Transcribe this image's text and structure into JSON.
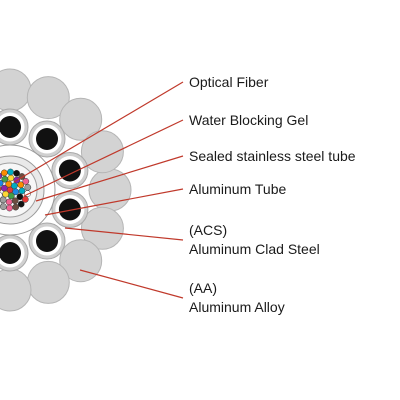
{
  "labels": {
    "optical_fiber": "Optical Fiber",
    "water_blocking_gel": "Water Blocking Gel",
    "sealed_tube": "Sealed stainless steel tube",
    "aluminum_tube": "Aluminum Tube",
    "acs_abbr": "(ACS)",
    "acs_name": "Aluminum Clad Steel",
    "aa_abbr": "(AA)",
    "aa_name": "Aluminum Alloy"
  },
  "colors": {
    "leader_line": "#c0392b",
    "alloy_strand": "#d3d3d3",
    "clad_ring": "#d0d0d0",
    "steel_core": "#111111",
    "tube": "#e9e9e9",
    "gel": "#f7f7f7",
    "fiber_colors": [
      "#e53935",
      "#1e88e5",
      "#43a047",
      "#fdd835",
      "#8e24aa",
      "#fb8c00",
      "#00acc1",
      "#111111",
      "#6d4c41",
      "#f06292",
      "#9e9e9e",
      "#ffffff"
    ]
  }
}
